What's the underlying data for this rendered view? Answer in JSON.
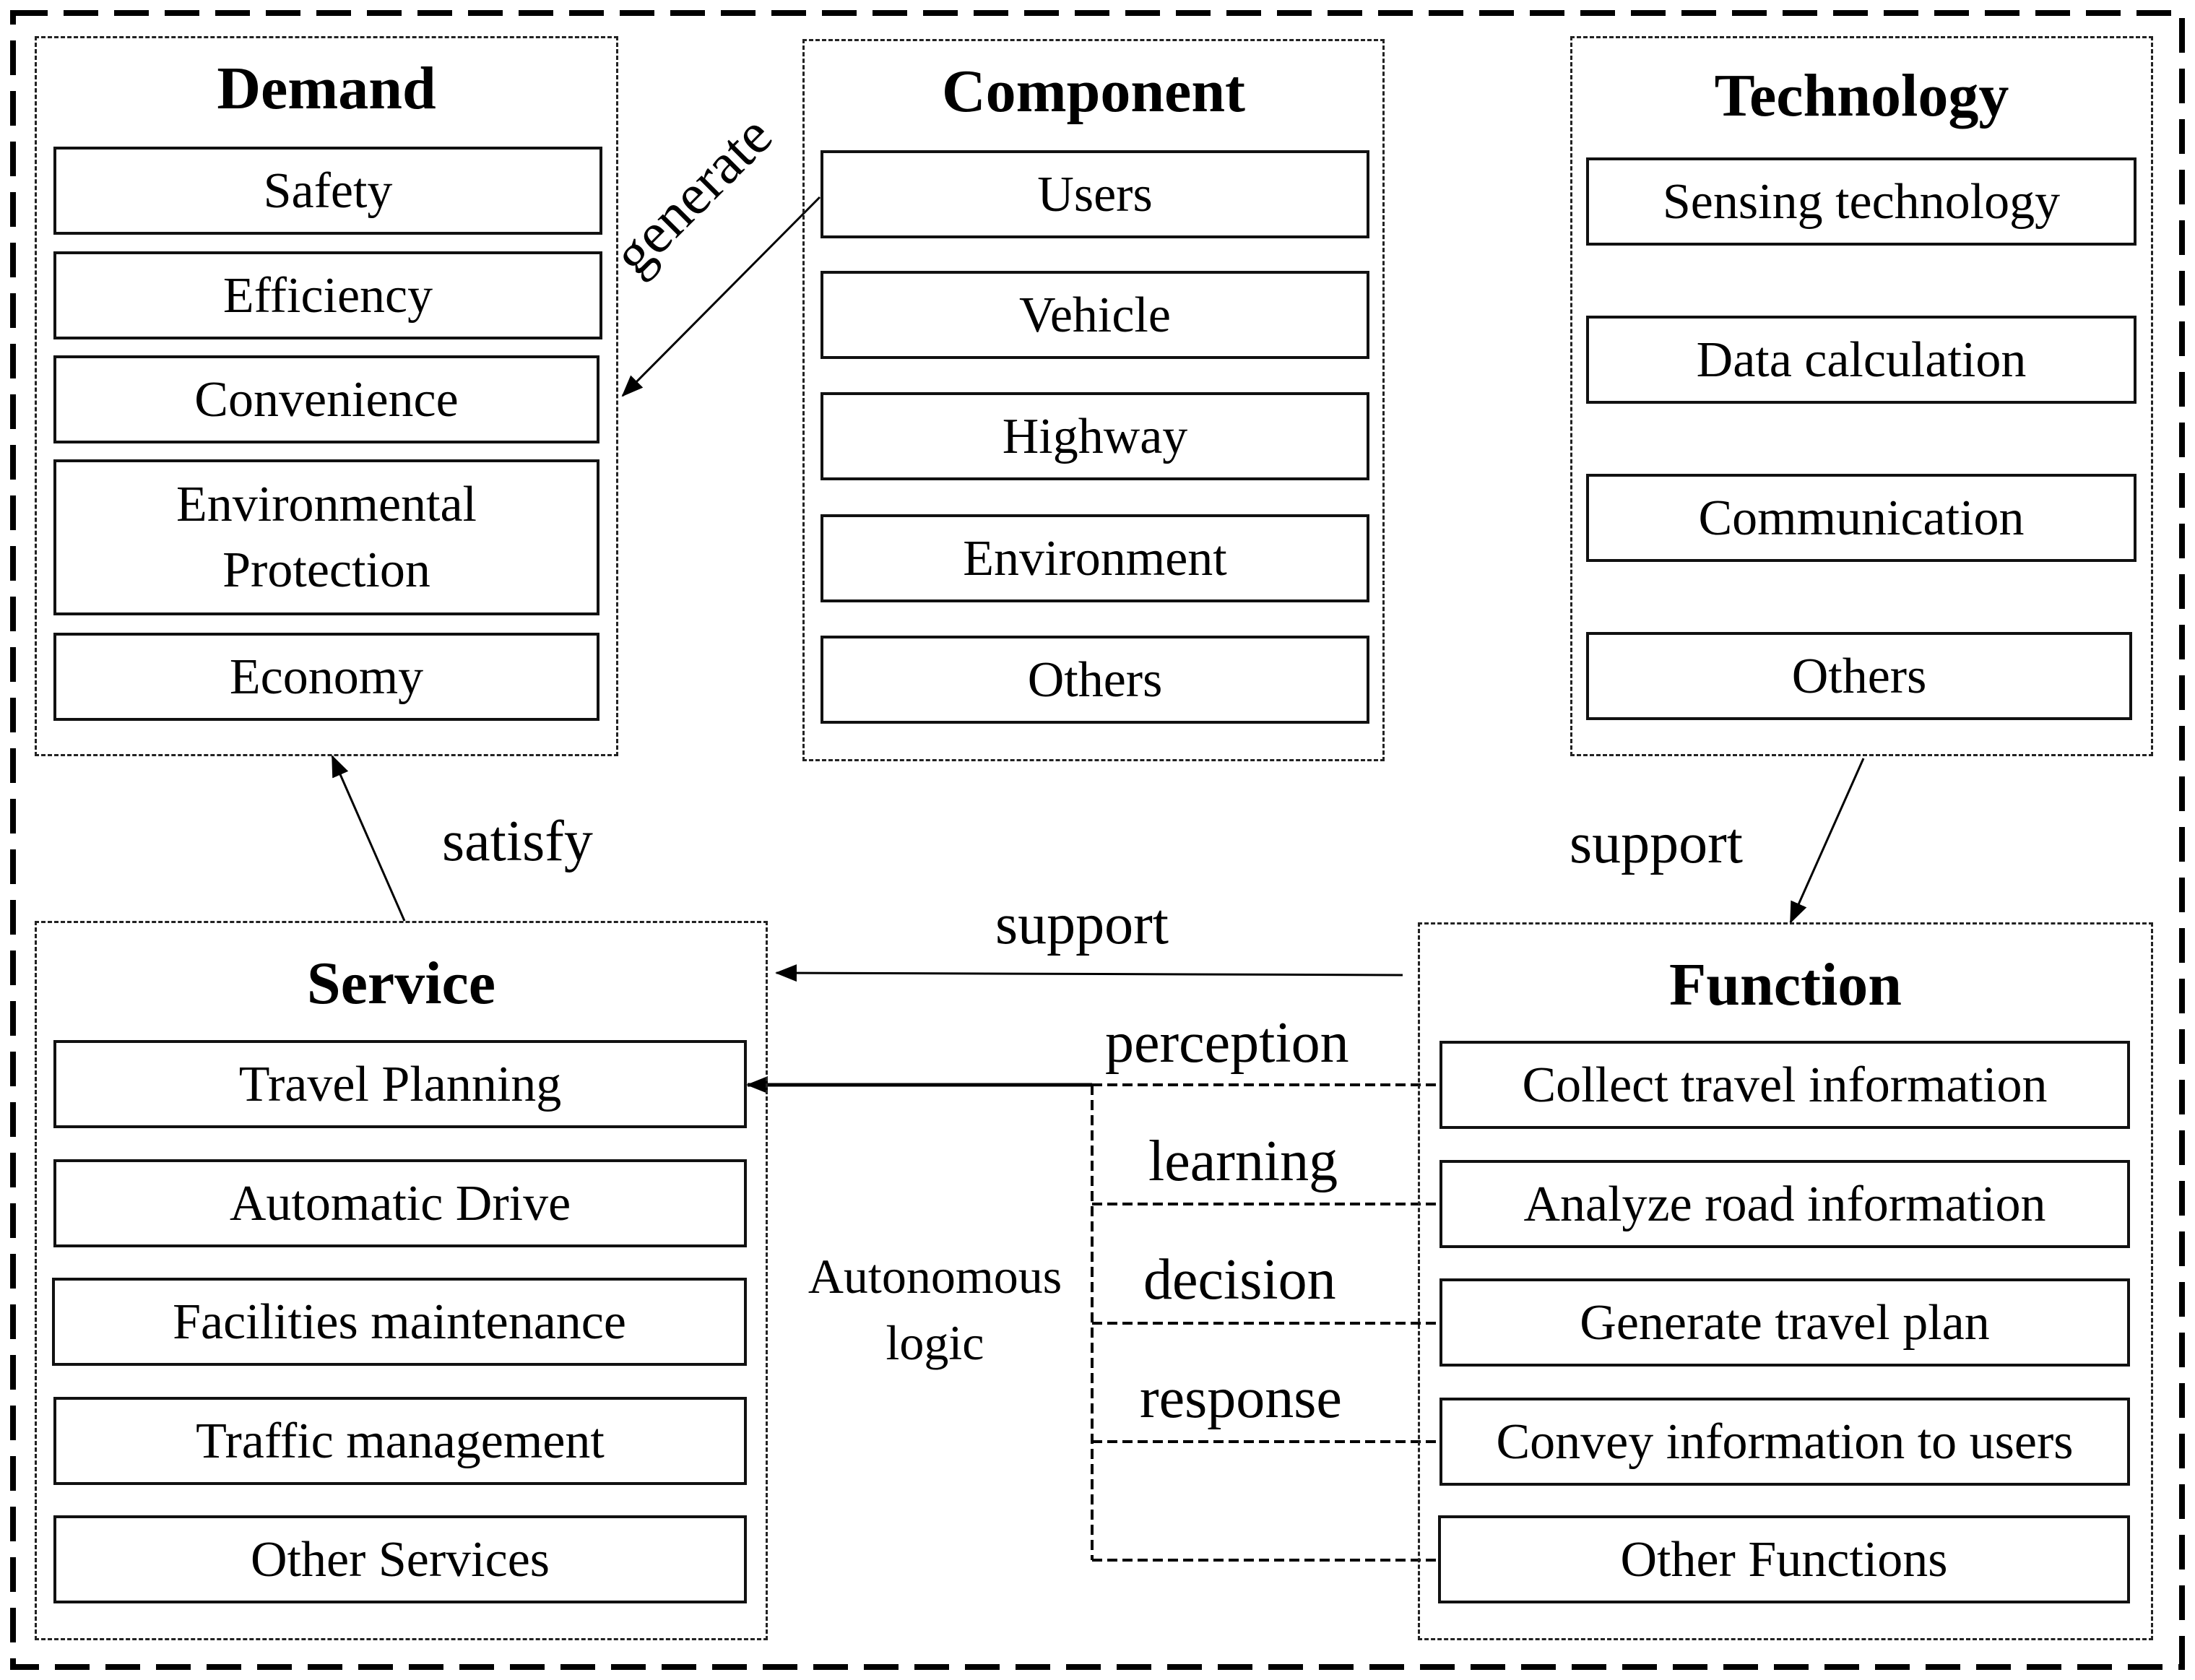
{
  "demand": {
    "title": "Demand",
    "items": [
      "Safety",
      "Efficiency",
      "Convenience",
      "Environmental\nProtection",
      "Economy"
    ]
  },
  "component": {
    "title": "Component",
    "items": [
      "Users",
      "Vehicle",
      "Highway",
      "Environment",
      "Others"
    ]
  },
  "technology": {
    "title": "Technology",
    "items": [
      "Sensing technology",
      "Data calculation",
      "Communication",
      "Others"
    ]
  },
  "service": {
    "title": "Service",
    "items": [
      "Travel Planning",
      "Automatic Drive",
      "Facilities maintenance",
      "Traffic management",
      "Other Services"
    ]
  },
  "function": {
    "title": "Function",
    "items": [
      "Collect travel information",
      "Analyze road information",
      "Generate travel plan",
      "Convey information to users",
      "Other Functions"
    ]
  },
  "relations": {
    "generate": "generate",
    "satisfy": "satisfy",
    "support_tech": "support",
    "support_func": "support",
    "perception": "perception",
    "learning": "learning",
    "decision": "decision",
    "response": "response",
    "autonomous_logic": "Autonomous\nlogic"
  }
}
